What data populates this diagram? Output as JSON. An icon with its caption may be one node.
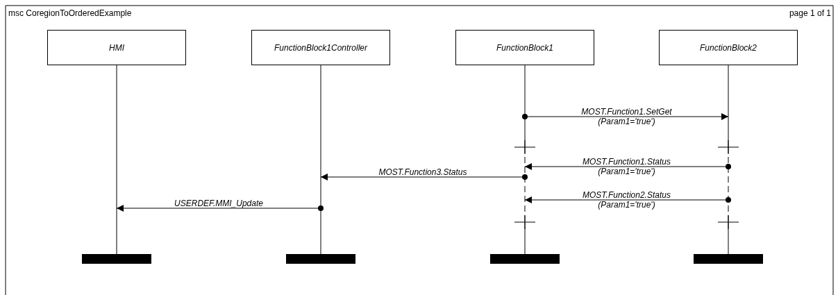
{
  "diagram": {
    "title": "msc CoregionToOrderedExample",
    "nodes": [
      {
        "text": [
          "HMI"
        ]
      },
      {
        "text": [
          "FunctionBlock1Controller"
        ]
      },
      {
        "text": [
          "FunctionBlock1"
        ]
      },
      {
        "text": [
          "FunctionBlock2"
        ]
      }
    ],
    "edges": [
      {
        "from": 2,
        "to": 3,
        "arrow": "to",
        "label": "MOST.Function1.SetGet (Param1='true')"
      },
      {
        "from": 3,
        "to": 2,
        "arrow": "to",
        "label": "MOST.Function1.Status (Param1='true')"
      },
      {
        "from": 2,
        "to": 1,
        "arrow": "to",
        "label": "MOST.Function3.Status"
      },
      {
        "from": 3,
        "to": 2,
        "arrow": "to",
        "label": "MOST.Function2.Status (Param1='true')"
      },
      {
        "from": 1,
        "to": 0,
        "arrow": "to",
        "label": "USERDEF.MMI_Update"
      }
    ],
    "labels": [
      "page 1 of 1"
    ]
  }
}
